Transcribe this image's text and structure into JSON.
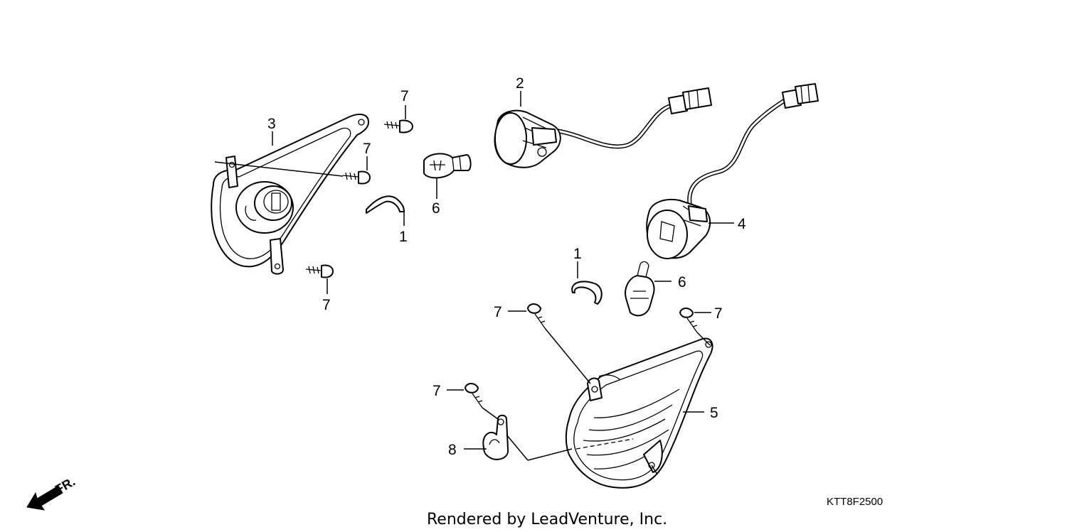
{
  "callouts": {
    "c1a": "1",
    "c1b": "1",
    "c2": "2",
    "c3": "3",
    "c4": "4",
    "c5": "5",
    "c6a": "6",
    "c6b": "6",
    "c7a": "7",
    "c7b": "7",
    "c7c": "7",
    "c7d": "7",
    "c7e": "7",
    "c7f": "7",
    "c8": "8"
  },
  "direction_label": "FR.",
  "diagram_code": "KTT8F2500",
  "footer": "Rendered by LeadVenture, Inc."
}
